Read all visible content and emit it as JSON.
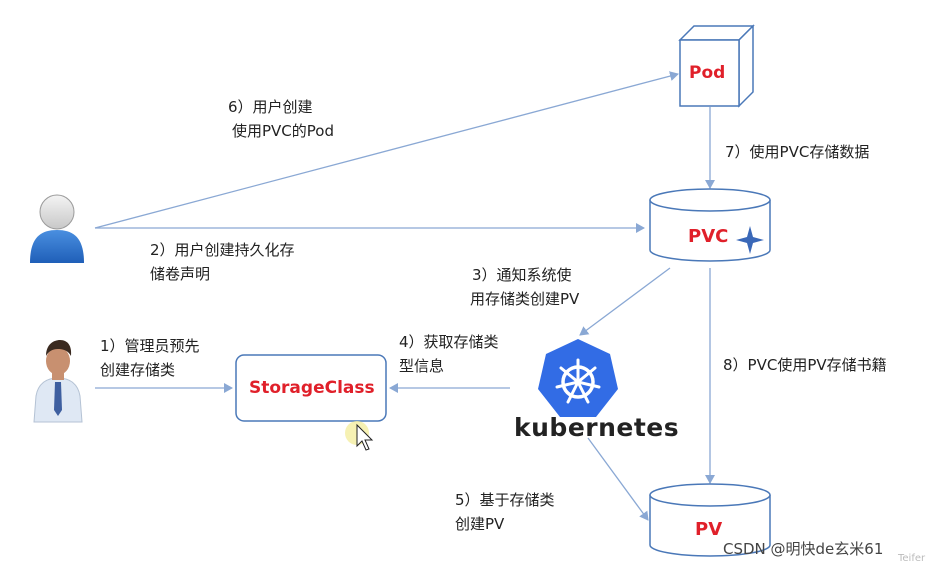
{
  "nodes": {
    "pod": "Pod",
    "pvc": "PVC",
    "pv": "PV",
    "storageclass": "StorageClass",
    "kubernetes": "kubernetes"
  },
  "edges": {
    "step1_line1": "1）管理员预先",
    "step1_line2": "创建存储类",
    "step2_line1": "2）用户创建持久化存",
    "step2_line2": "储卷声明",
    "step3_line1": "3）通知系统使",
    "step3_line2": "用存储类创建PV",
    "step4_line1": "4）获取存储类",
    "step4_line2": "型信息",
    "step5_line1": "5）基于存储类",
    "step5_line2": "创建PV",
    "step6_line1": "6）用户创建",
    "step6_line2": "使用PVC的Pod",
    "step7": "7）使用PVC存储数据",
    "step8": "8）PVC使用PV存储书籍"
  },
  "watermark": "CSDN @明快de玄米61",
  "corner_text": "Teifer",
  "colors": {
    "node_border": "#4a78b8",
    "node_text": "#e0202a",
    "arrow": "#8aa8d4",
    "k8s_blue": "#326ce5"
  }
}
